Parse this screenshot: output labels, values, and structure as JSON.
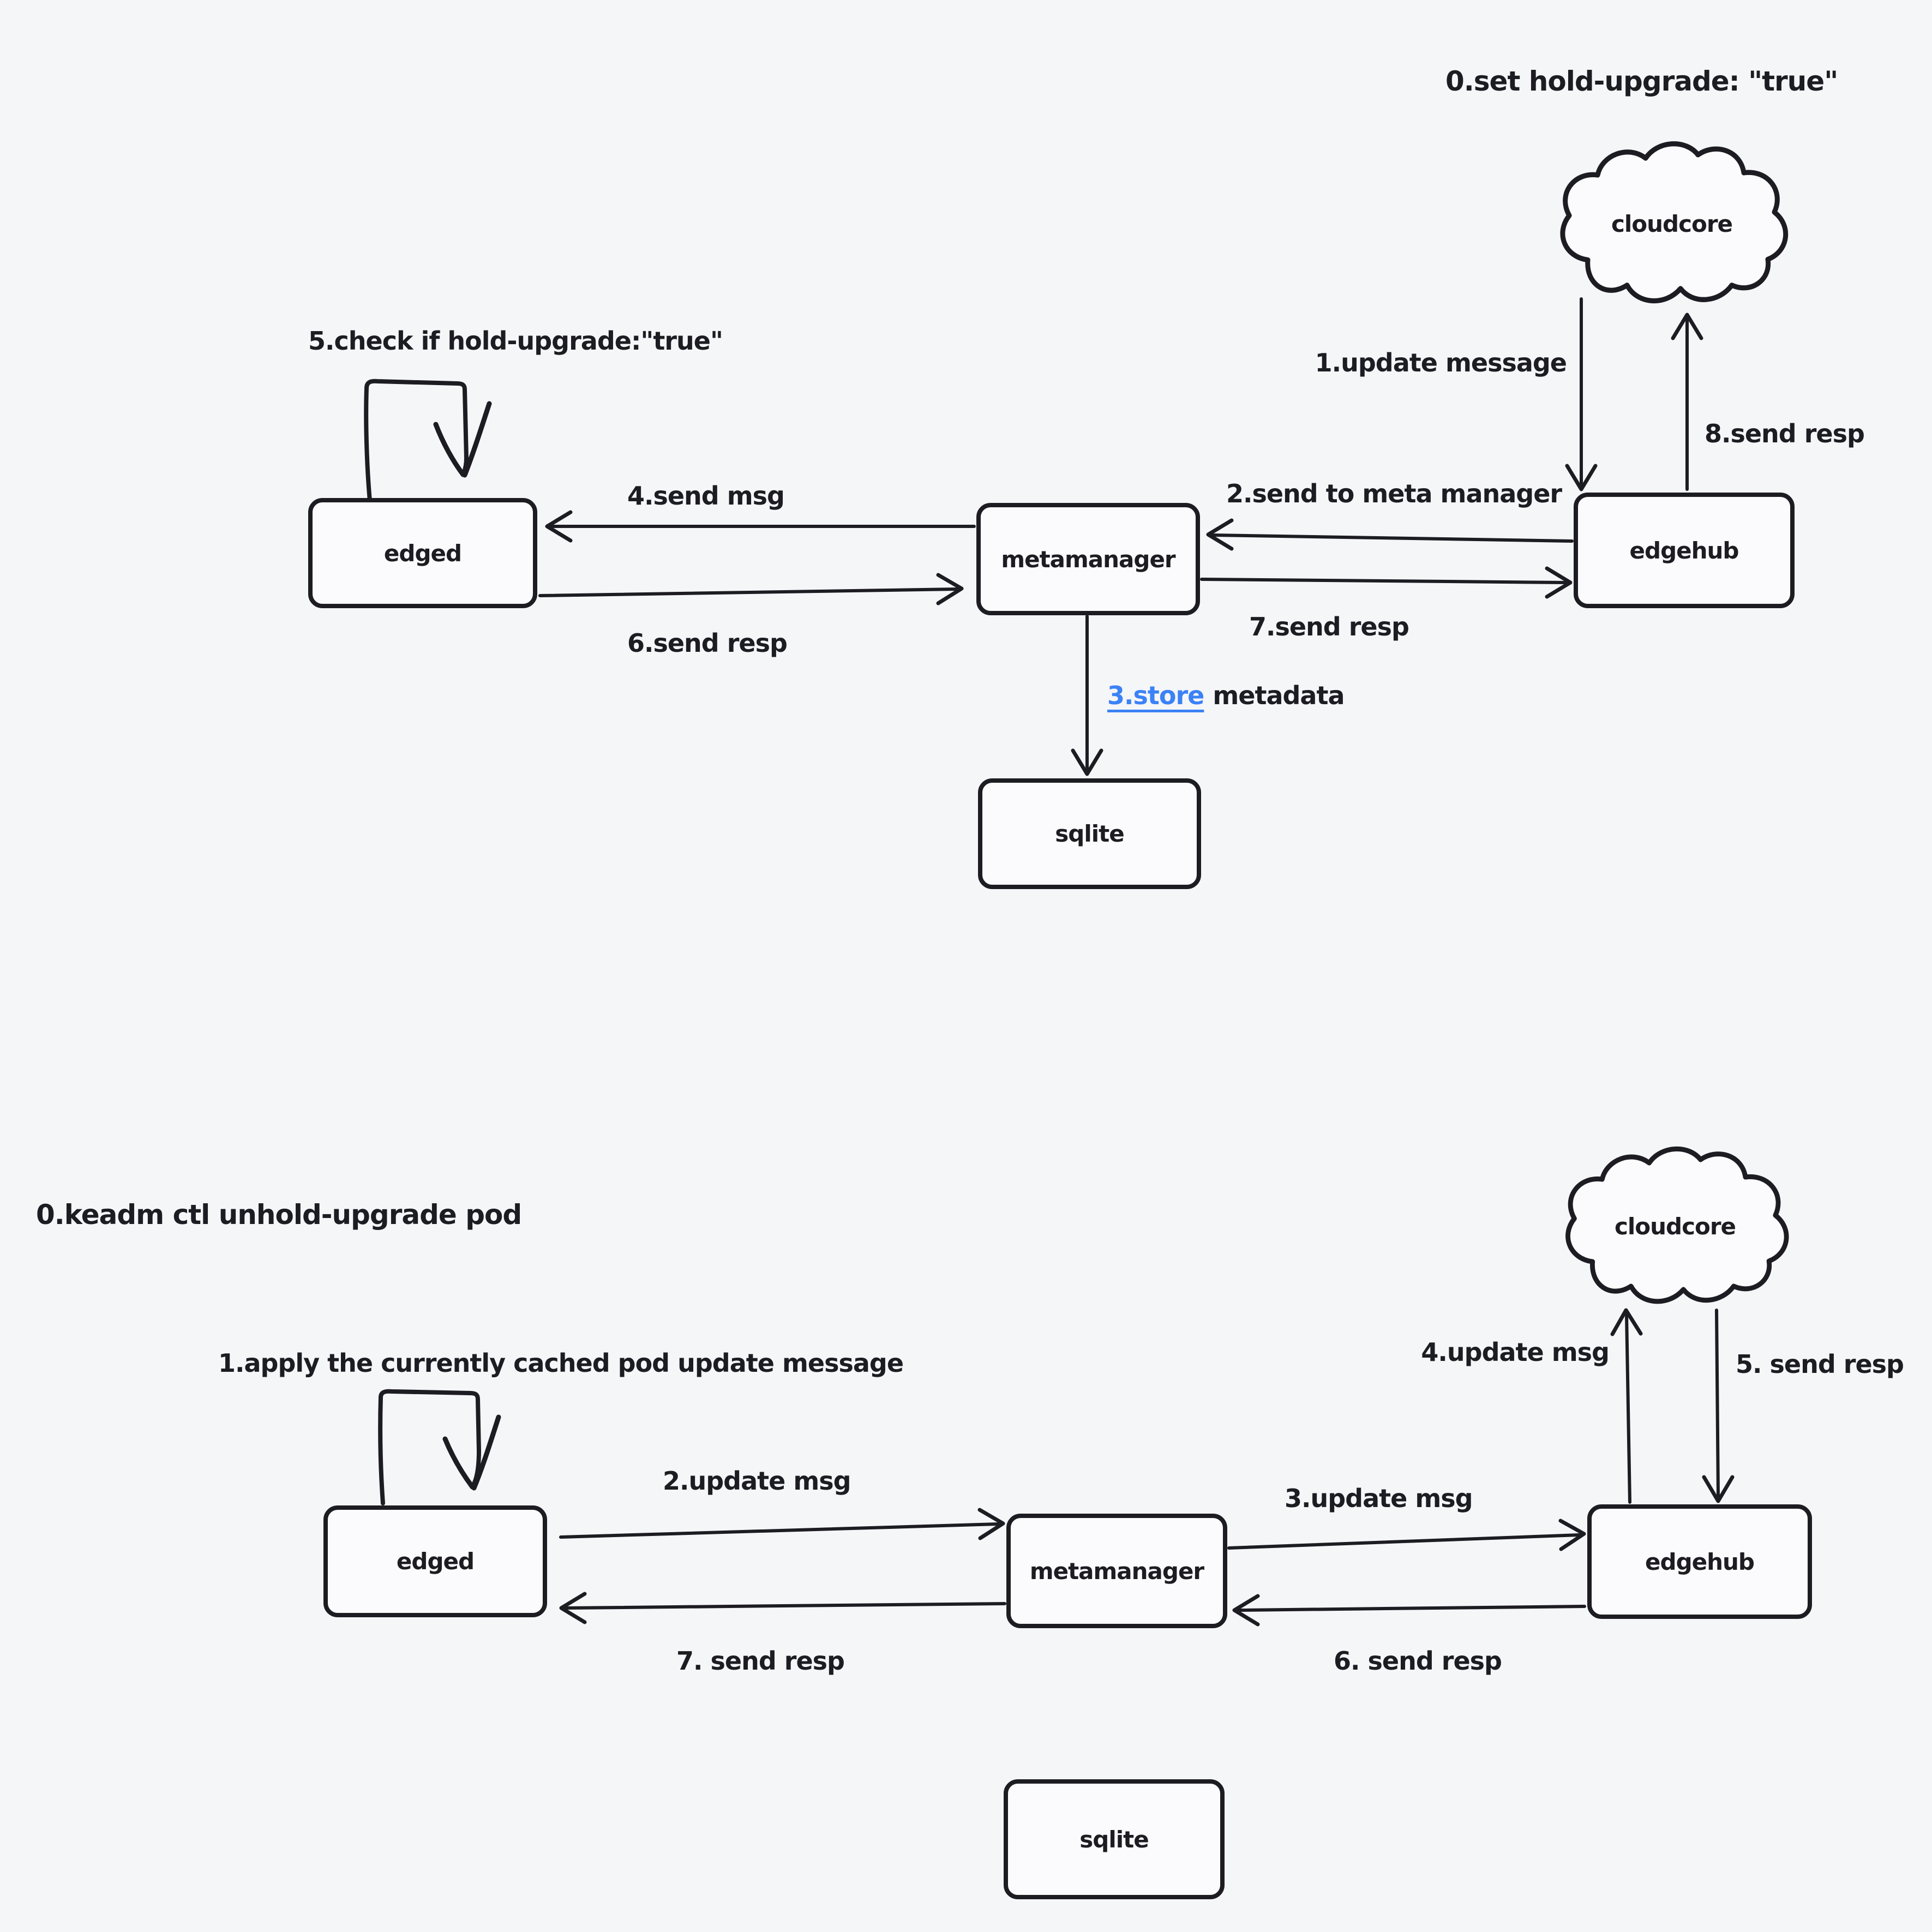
{
  "canvas": {
    "background": "#f5f6f8",
    "ink_color": "#1c1c22",
    "link_color": "#3b82f6"
  },
  "top_flow": {
    "title": "0.set hold-upgrade: \"true\"",
    "nodes": {
      "cloudcore": "cloudcore",
      "edgehub": "edgehub",
      "metamanager": "metamanager",
      "edged": "edged",
      "sqlite": "sqlite"
    },
    "steps": {
      "s1": "1.update message",
      "s2": "2.send to meta manager",
      "s3_link": "3.store",
      "s3_rest": "metadata",
      "s4": "4.send msg",
      "s5": "5.check if hold-upgrade:\"true\"",
      "s6": "6.send resp",
      "s7": "7.send resp",
      "s8": "8.send resp"
    }
  },
  "bottom_flow": {
    "title": "0.keadm ctl unhold-upgrade pod",
    "nodes": {
      "cloudcore": "cloudcore",
      "edgehub": "edgehub",
      "metamanager": "metamanager",
      "edged": "edged",
      "sqlite": "sqlite"
    },
    "steps": {
      "s1": "1.apply the currently cached pod update message",
      "s2": "2.update msg",
      "s3": "3.update msg",
      "s4": "4.update msg",
      "s5": "5. send resp",
      "s6": "6. send resp",
      "s7": "7. send resp"
    }
  }
}
